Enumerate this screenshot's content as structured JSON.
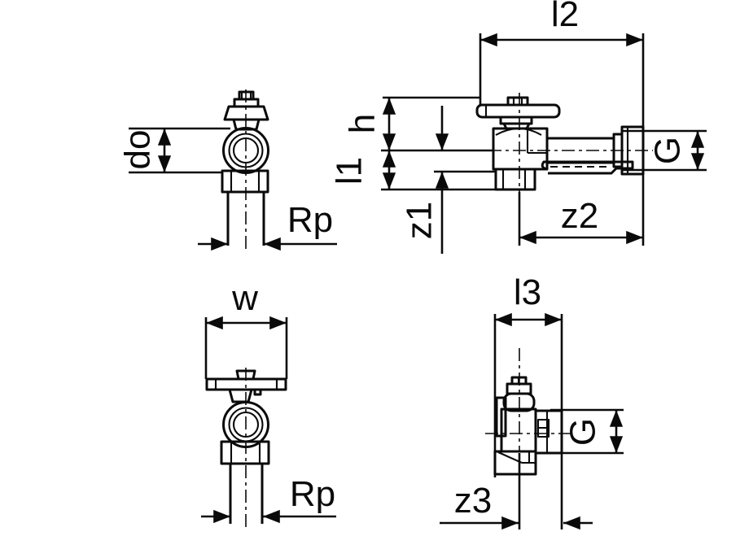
{
  "diagram": {
    "kind": "technical-dimension-drawing",
    "subject": "angle stop valve with mounting bracket, four orthographic views",
    "colors": {
      "line": "#0a0a0a",
      "background": "#ffffff"
    },
    "views": {
      "front_top": {
        "description": "front view of valve, outlet circle with handle on top and pipe below",
        "dims": {
          "do": "do",
          "rp": "Rp"
        }
      },
      "side_top": {
        "description": "side view of valve with long outlet pipe, bracket and threaded end",
        "dims": {
          "l2": "l2",
          "h": "h",
          "l1": "l1",
          "z1": "z1",
          "z2": "z2",
          "g": "G"
        }
      },
      "front_bottom": {
        "description": "front view of valve with T-handle width dimension",
        "dims": {
          "w": "w",
          "rp": "Rp"
        }
      },
      "side_bottom": {
        "description": "end view of valve with short outlet stub",
        "dims": {
          "l3": "l3",
          "g": "G",
          "z3": "z3"
        }
      }
    }
  }
}
